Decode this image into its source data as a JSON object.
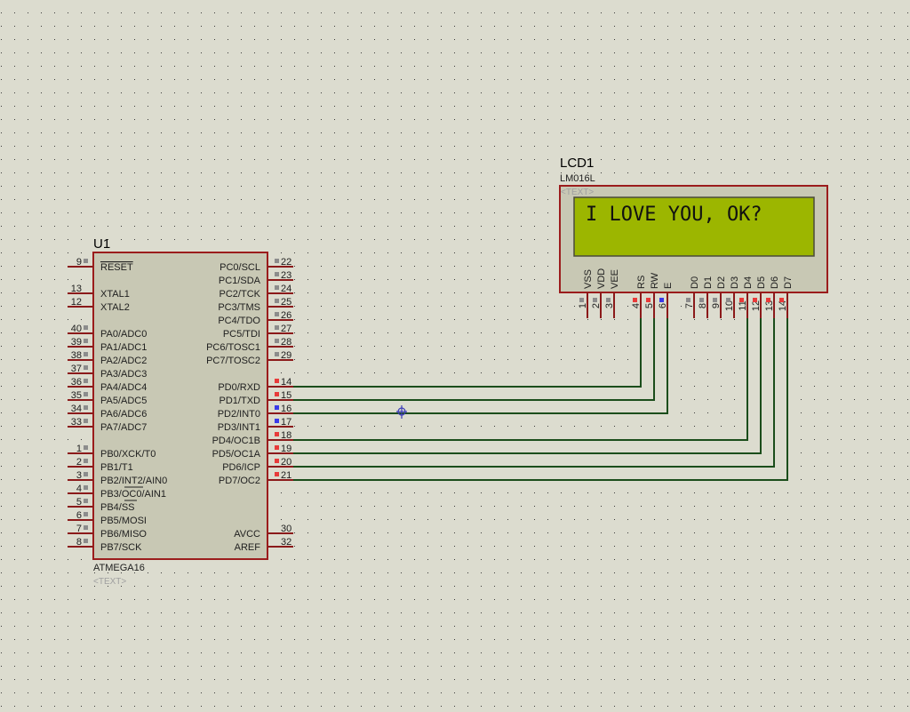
{
  "u1": {
    "ref": "U1",
    "part": "ATMEGA16",
    "text_placeholder": "<TEXT>",
    "left_pins": [
      {
        "num": "9",
        "name": "RESET",
        "overline": true,
        "state": "gray"
      },
      {
        "num": "13",
        "name": "XTAL1",
        "state": "none"
      },
      {
        "num": "12",
        "name": "XTAL2",
        "state": "none"
      },
      {
        "num": "40",
        "name": "PA0/ADC0",
        "state": "gray"
      },
      {
        "num": "39",
        "name": "PA1/ADC1",
        "state": "gray"
      },
      {
        "num": "38",
        "name": "PA2/ADC2",
        "state": "gray"
      },
      {
        "num": "37",
        "name": "PA3/ADC3",
        "state": "gray"
      },
      {
        "num": "36",
        "name": "PA4/ADC4",
        "state": "gray"
      },
      {
        "num": "35",
        "name": "PA5/ADC5",
        "state": "gray"
      },
      {
        "num": "34",
        "name": "PA6/ADC6",
        "state": "gray"
      },
      {
        "num": "33",
        "name": "PA7/ADC7",
        "state": "gray"
      },
      {
        "num": "1",
        "name": "PB0/XCK/T0",
        "state": "gray"
      },
      {
        "num": "2",
        "name": "PB1/T1",
        "state": "gray"
      },
      {
        "num": "3",
        "name": "PB2/INT2/AIN0",
        "state": "gray"
      },
      {
        "num": "4",
        "name": "PB3/OC0/AIN1",
        "state": "gray"
      },
      {
        "num": "5",
        "name": "PB4/SS",
        "state": "gray"
      },
      {
        "num": "6",
        "name": "PB5/MOSI",
        "state": "gray"
      },
      {
        "num": "7",
        "name": "PB6/MISO",
        "state": "gray"
      },
      {
        "num": "8",
        "name": "PB7/SCK",
        "state": "gray"
      }
    ],
    "right_pins": [
      {
        "num": "22",
        "name": "PC0/SCL",
        "state": "gray"
      },
      {
        "num": "23",
        "name": "PC1/SDA",
        "state": "gray"
      },
      {
        "num": "24",
        "name": "PC2/TCK",
        "state": "gray"
      },
      {
        "num": "25",
        "name": "PC3/TMS",
        "state": "gray"
      },
      {
        "num": "26",
        "name": "PC4/TDO",
        "state": "gray"
      },
      {
        "num": "27",
        "name": "PC5/TDI",
        "state": "gray"
      },
      {
        "num": "28",
        "name": "PC6/TOSC1",
        "state": "gray"
      },
      {
        "num": "29",
        "name": "PC7/TOSC2",
        "state": "gray"
      },
      {
        "num": "14",
        "name": "PD0/RXD",
        "state": "red"
      },
      {
        "num": "15",
        "name": "PD1/TXD",
        "state": "red"
      },
      {
        "num": "16",
        "name": "PD2/INT0",
        "state": "blue"
      },
      {
        "num": "17",
        "name": "PD3/INT1",
        "state": "blue"
      },
      {
        "num": "18",
        "name": "PD4/OC1B",
        "state": "red"
      },
      {
        "num": "19",
        "name": "PD5/OC1A",
        "state": "red"
      },
      {
        "num": "20",
        "name": "PD6/ICP",
        "state": "red"
      },
      {
        "num": "21",
        "name": "PD7/OC2",
        "state": "red"
      },
      {
        "num": "30",
        "name": "AVCC",
        "state": "none"
      },
      {
        "num": "32",
        "name": "AREF",
        "state": "none"
      }
    ]
  },
  "lcd1": {
    "ref": "LCD1",
    "part": "LM016L",
    "text_placeholder": "<TEXT>",
    "display_line1": "I LOVE YOU, OK?",
    "display_line2": "",
    "pins": [
      {
        "num": "1",
        "name": "VSS",
        "state": "gray"
      },
      {
        "num": "2",
        "name": "VDD",
        "state": "gray"
      },
      {
        "num": "3",
        "name": "VEE",
        "state": "gray"
      },
      {
        "num": "4",
        "name": "RS",
        "state": "red"
      },
      {
        "num": "5",
        "name": "RW",
        "state": "red"
      },
      {
        "num": "6",
        "name": "E",
        "state": "blue"
      },
      {
        "num": "7",
        "name": "D0",
        "state": "gray"
      },
      {
        "num": "8",
        "name": "D1",
        "state": "gray"
      },
      {
        "num": "9",
        "name": "D2",
        "state": "gray"
      },
      {
        "num": "10",
        "name": "D3",
        "state": "gray"
      },
      {
        "num": "11",
        "name": "D4",
        "state": "red"
      },
      {
        "num": "12",
        "name": "D5",
        "state": "red"
      },
      {
        "num": "13",
        "name": "D6",
        "state": "red"
      },
      {
        "num": "14",
        "name": "D7",
        "state": "red"
      }
    ]
  },
  "wires": [
    {
      "from": "U1.14",
      "to": "LCD1.4"
    },
    {
      "from": "U1.15",
      "to": "LCD1.5"
    },
    {
      "from": "U1.16",
      "to": "LCD1.6"
    },
    {
      "from": "U1.18",
      "to": "LCD1.11"
    },
    {
      "from": "U1.19",
      "to": "LCD1.12"
    },
    {
      "from": "U1.20",
      "to": "LCD1.13"
    },
    {
      "from": "U1.21",
      "to": "LCD1.14"
    }
  ],
  "colors": {
    "background": "#dcdccf",
    "grid_dot": "#3a3a3a",
    "component_body": "#c8c8b4",
    "component_border": "#9b1c1c",
    "pin_line": "#8b1a1a",
    "wire": "#1b4d1b",
    "lcd_screen": "#9cb600",
    "state_red": "#e83a3a",
    "state_blue": "#3a3ae8",
    "state_gray": "#8c8c8c",
    "cursor": "#3a3ab8"
  }
}
